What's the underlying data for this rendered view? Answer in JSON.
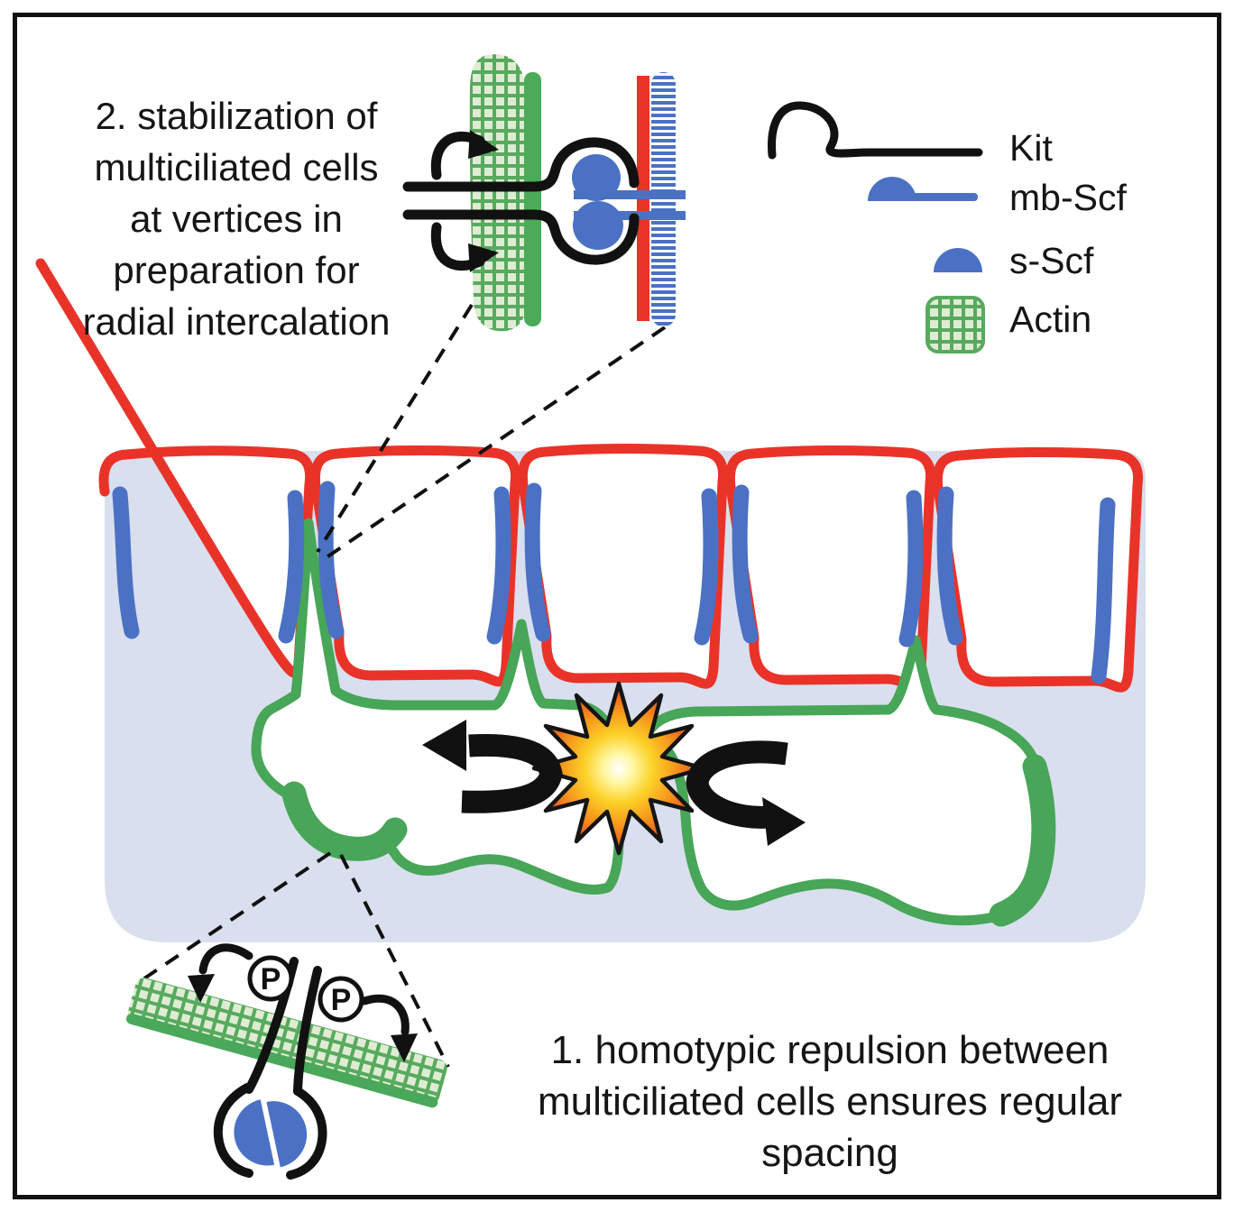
{
  "figure": {
    "description": "Diagram of multiciliated cell spacing and stabilization via Kit/Scf signaling",
    "annotations": {
      "step2": {
        "lines": [
          "2. stabilization of",
          "multiciliated cells",
          "at vertices in",
          "preparation for",
          "radial intercalation"
        ]
      },
      "step1": {
        "lines": [
          "1. homotypic repulsion between",
          "multiciliated cells ensures regular",
          "spacing"
        ]
      }
    },
    "legend": {
      "items": [
        {
          "label": "Kit",
          "icon": "kit-receptor-line-icon",
          "color": "#111111"
        },
        {
          "label": "mb-Scf",
          "icon": "membrane-scf-icon",
          "color": "#4b71c4"
        },
        {
          "label": "s-Scf",
          "icon": "soluble-scf-icon",
          "color": "#4b71c4"
        },
        {
          "label": "Actin",
          "icon": "actin-crosshatch-icon",
          "color": "#57aa5e"
        }
      ]
    },
    "inset_phospho": {
      "p_label": "P"
    },
    "colors": {
      "membrane_red": "#e93329",
      "scf_blue": "#4b71c4",
      "green_outline": "#47a657",
      "actin_grid_green": "#57aa5e",
      "actin_fill_light": "#dfecd3",
      "interstitial_lavender": "#d9dfee",
      "starburst_yellow": "#fcd229",
      "starburst_orange": "#f2711d",
      "ink_black": "#111111"
    }
  }
}
